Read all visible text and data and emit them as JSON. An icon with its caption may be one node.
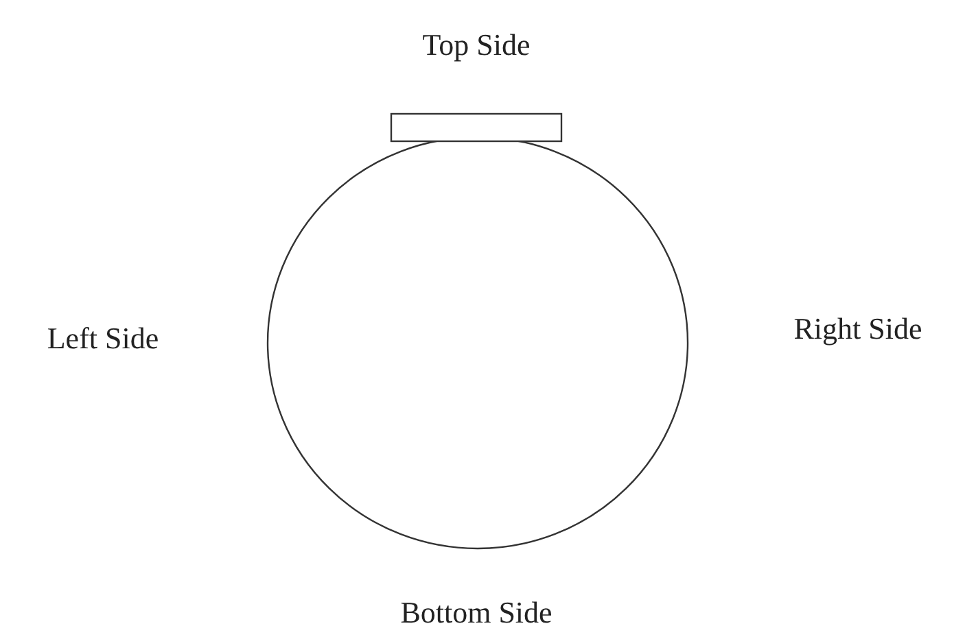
{
  "diagram": {
    "labels": [
      "Top Side",
      "Left Side",
      "Right Side",
      "Bottom Side"
    ]
  }
}
